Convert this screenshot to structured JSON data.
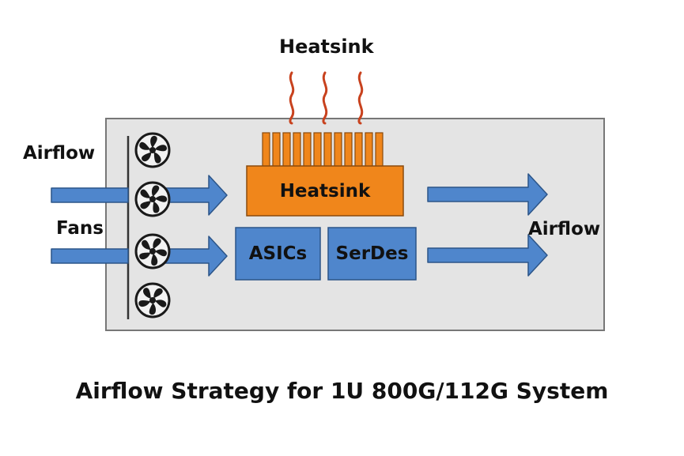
{
  "title": "Airflow Strategy for 1U 800G/112G System",
  "labels": {
    "airflow_in": "Airflow",
    "fans": "Fans",
    "airflow_out": "Airflow",
    "heatsink_top": "Heatsink",
    "heatsink_block": "Heatsink",
    "asics": "ASICs",
    "serdes": "SerDes"
  },
  "icons": {
    "fan": "fan-icon",
    "heat_wave": "heat-wave-icon",
    "arrow": "right-arrow-icon"
  },
  "colors": {
    "chassis": "#e4e4e4",
    "heatsink": "#f0861b",
    "component": "#4f86cc",
    "arrow": "#4f86cc",
    "heat_wave": "#c8421e"
  }
}
